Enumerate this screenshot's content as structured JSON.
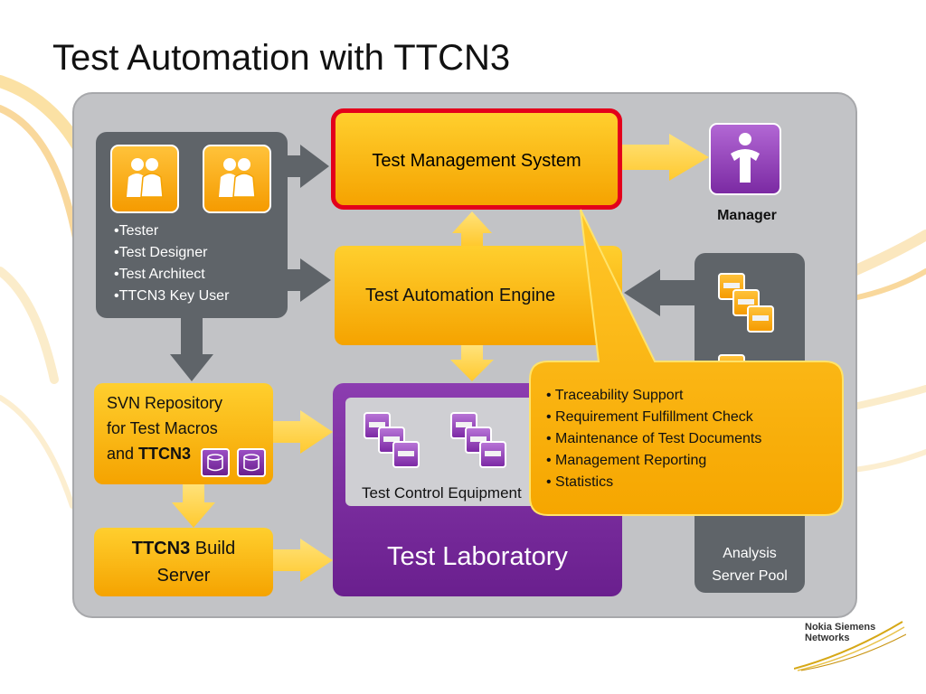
{
  "slide": {
    "title": "Test Automation with TTCN3"
  },
  "people": {
    "roles": [
      "•Tester",
      "•Test Designer",
      "•Test Architect",
      "•TTCN3 Key User"
    ]
  },
  "boxes": {
    "test_management_system": "Test Management System",
    "test_automation_engine": "Test Automation Engine",
    "svn_line1": "SVN Repository",
    "svn_line2": "for Test Macros",
    "svn_line3_prefix": "and ",
    "svn_line3_bold": "TTCN3",
    "build_bold": "TTCN3",
    "build_rest": " Build",
    "build_line2": "Server",
    "test_control_equipment": "Test Control Equipment",
    "test_laboratory": "Test Laboratory",
    "manager": "Manager",
    "analysis_line1": "Analysis",
    "analysis_line2": "Server Pool"
  },
  "callout": {
    "items": [
      "Traceability Support",
      "Requirement Fulfillment Check",
      "Maintenance of Test Documents",
      "Management Reporting",
      "Statistics"
    ]
  },
  "logo": {
    "line1": "Nokia Siemens",
    "line2": "Networks"
  },
  "colors": {
    "panel": "#c2c3c6",
    "dark_box": "#5f6469",
    "yellow": "#f5a300",
    "purple": "#7b2aa3",
    "highlight_red": "#e3001b"
  }
}
